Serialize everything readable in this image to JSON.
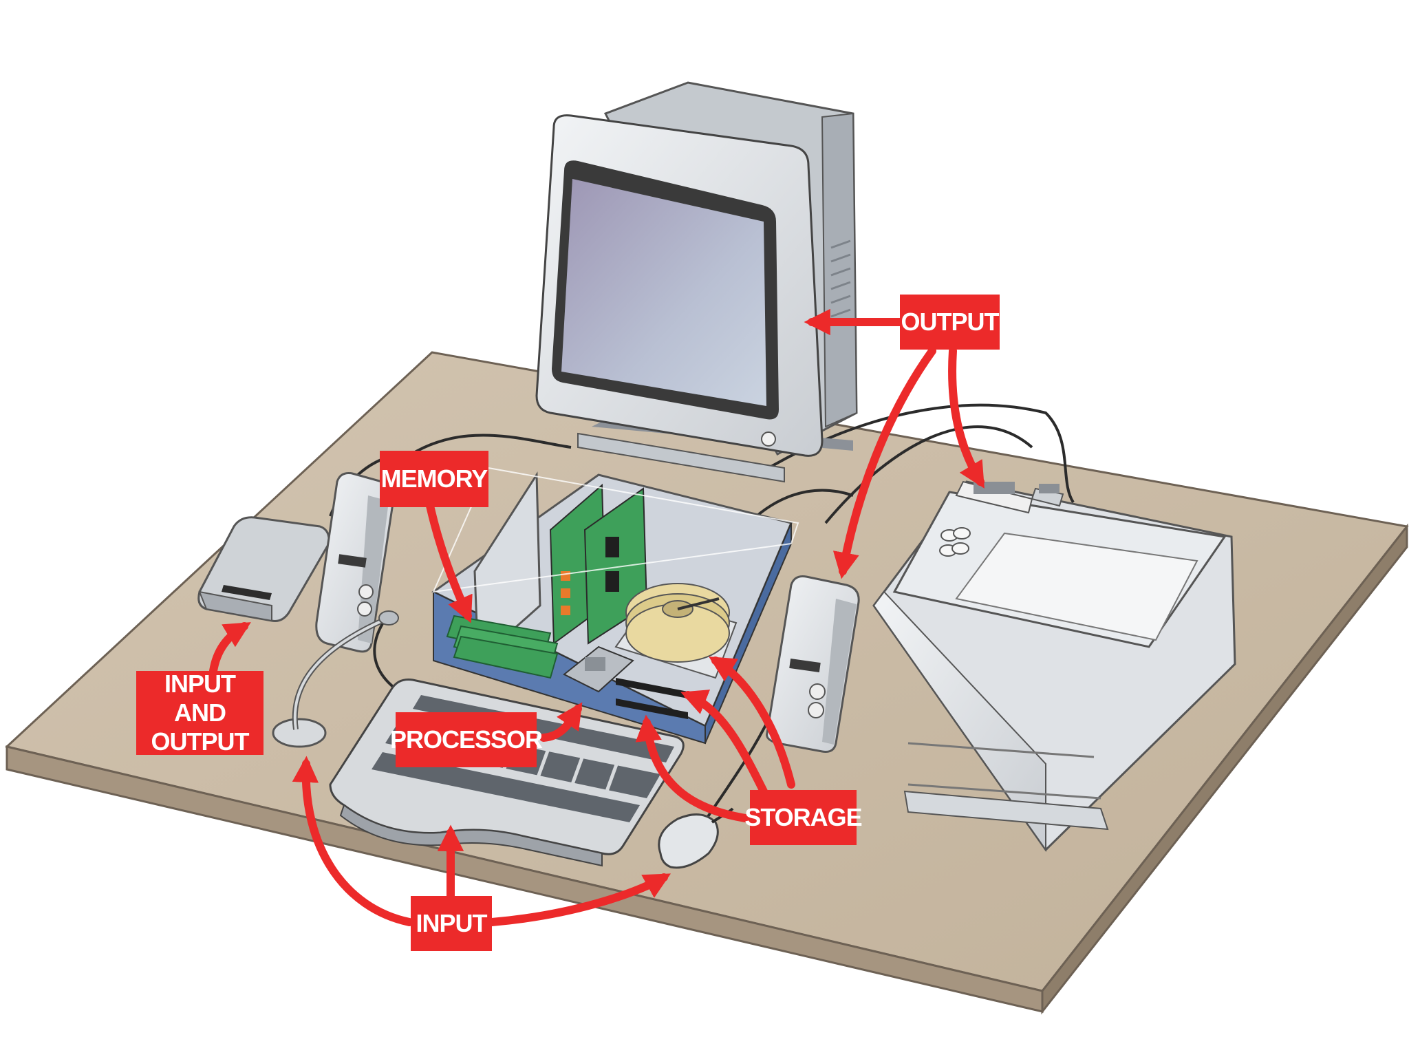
{
  "labels": {
    "output": "OUTPUT",
    "memory": "MEMORY",
    "input_and_output_line1": "INPUT AND",
    "input_and_output_line2": "OUTPUT",
    "processor": "PROCESSOR",
    "storage": "STORAGE",
    "input": "INPUT"
  },
  "colors": {
    "label_bg": "#ec2a2a",
    "arrow": "#ec2a2a",
    "desk": "#c9b9a4",
    "device": "#e3e6e9",
    "board": "#3ea05a"
  },
  "icons": [
    "crt-monitor",
    "laser-printer",
    "speaker",
    "microphone",
    "external-drive",
    "keyboard",
    "mouse",
    "motherboard",
    "hard-disk",
    "memory-module"
  ]
}
